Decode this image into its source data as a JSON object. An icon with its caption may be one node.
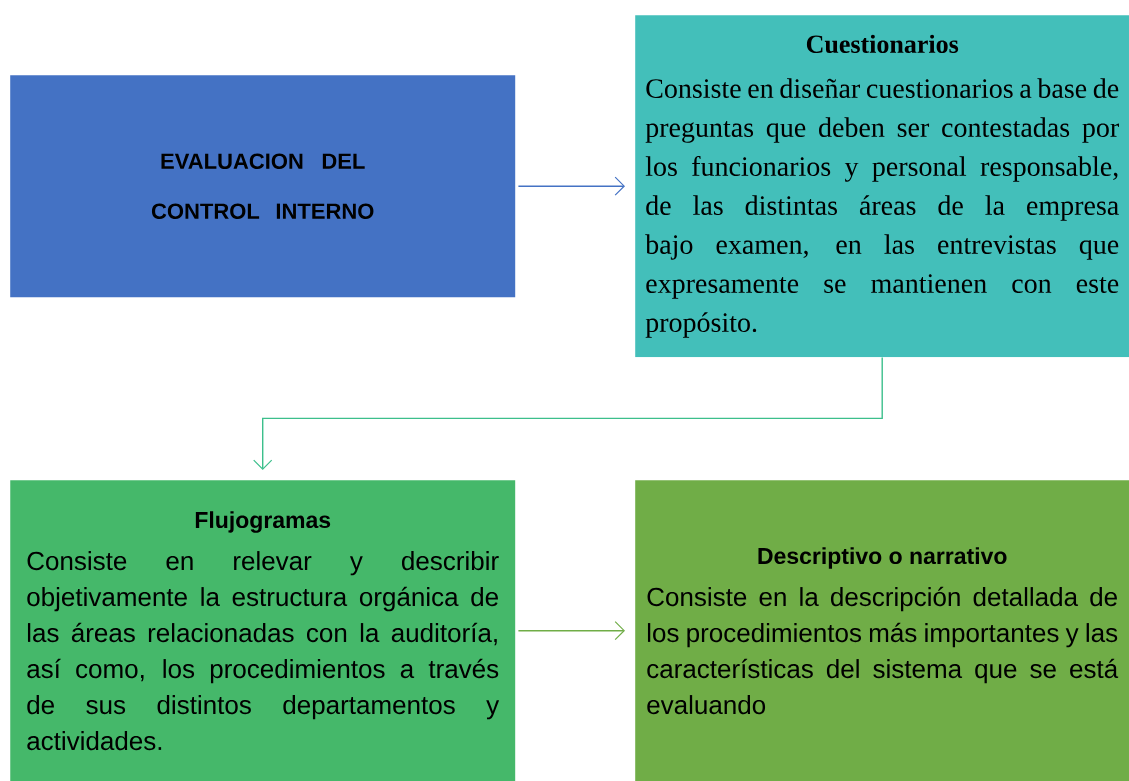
{
  "diagram": {
    "nodes": [
      {
        "text": [
          "EVALUACION DEL CONTROL INTERNO"
        ]
      },
      {
        "text": [
          "Cuestionarios",
          "Consiste en diseñar cuestionarios a base de preguntas que deben ser contestadas por los funcionarios y personal responsable, de las distintas áreas de la empresa bajo examen, en las entrevistas que expresamente se mantienen con este propósito."
        ]
      },
      {
        "text": [
          "Flujogramas",
          "Consiste en relevar y describir objetivamente la estructura orgánica de las áreas relacionadas con la auditoría, así como, los procedimientos a través de sus distintos departamentos y actividades."
        ]
      },
      {
        "text": [
          "Descriptivo o narrativo",
          "Consiste en la descripción detallada de los procedimientos más importantes y las características del sistema que se está evaluando"
        ]
      }
    ],
    "edges": [
      {
        "from": 0,
        "to": 1,
        "arrow": "to",
        "color": "#4472c4"
      },
      {
        "from": 1,
        "to": 2,
        "arrow": "to",
        "color": "#3cbf8c"
      },
      {
        "from": 2,
        "to": 3,
        "arrow": "to",
        "color": "#70ad47"
      }
    ]
  }
}
